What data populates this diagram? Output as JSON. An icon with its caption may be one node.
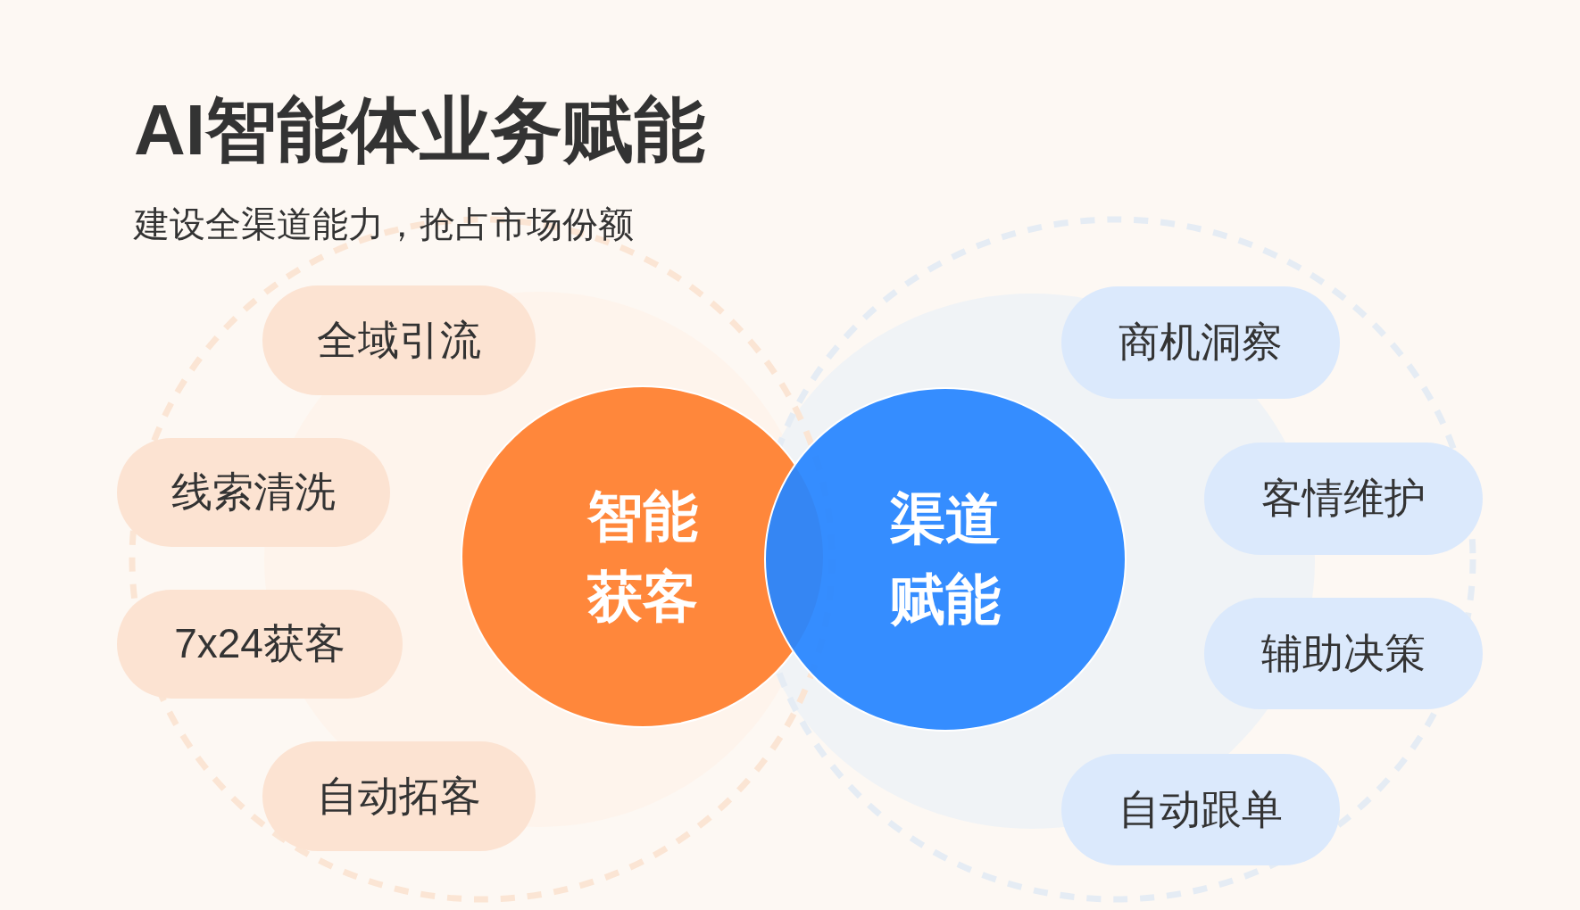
{
  "diagram": {
    "title": "AI智能体业务赋能",
    "nodes": [
      {
        "text": [
          "全域引流"
        ]
      },
      {
        "text": [
          "线索清洗"
        ]
      },
      {
        "text": [
          "7x24获客"
        ]
      },
      {
        "text": [
          "自动拓客"
        ]
      },
      {
        "text": [
          "智能获客"
        ]
      },
      {
        "text": [
          "渠道赋能"
        ]
      },
      {
        "text": [
          "商机洞察"
        ]
      },
      {
        "text": [
          "客情维护"
        ]
      },
      {
        "text": [
          "辅助决策"
        ]
      },
      {
        "text": [
          "自动跟单"
        ]
      }
    ],
    "labels": [
      "建设全渠道能力，抢占市场份额"
    ]
  }
}
